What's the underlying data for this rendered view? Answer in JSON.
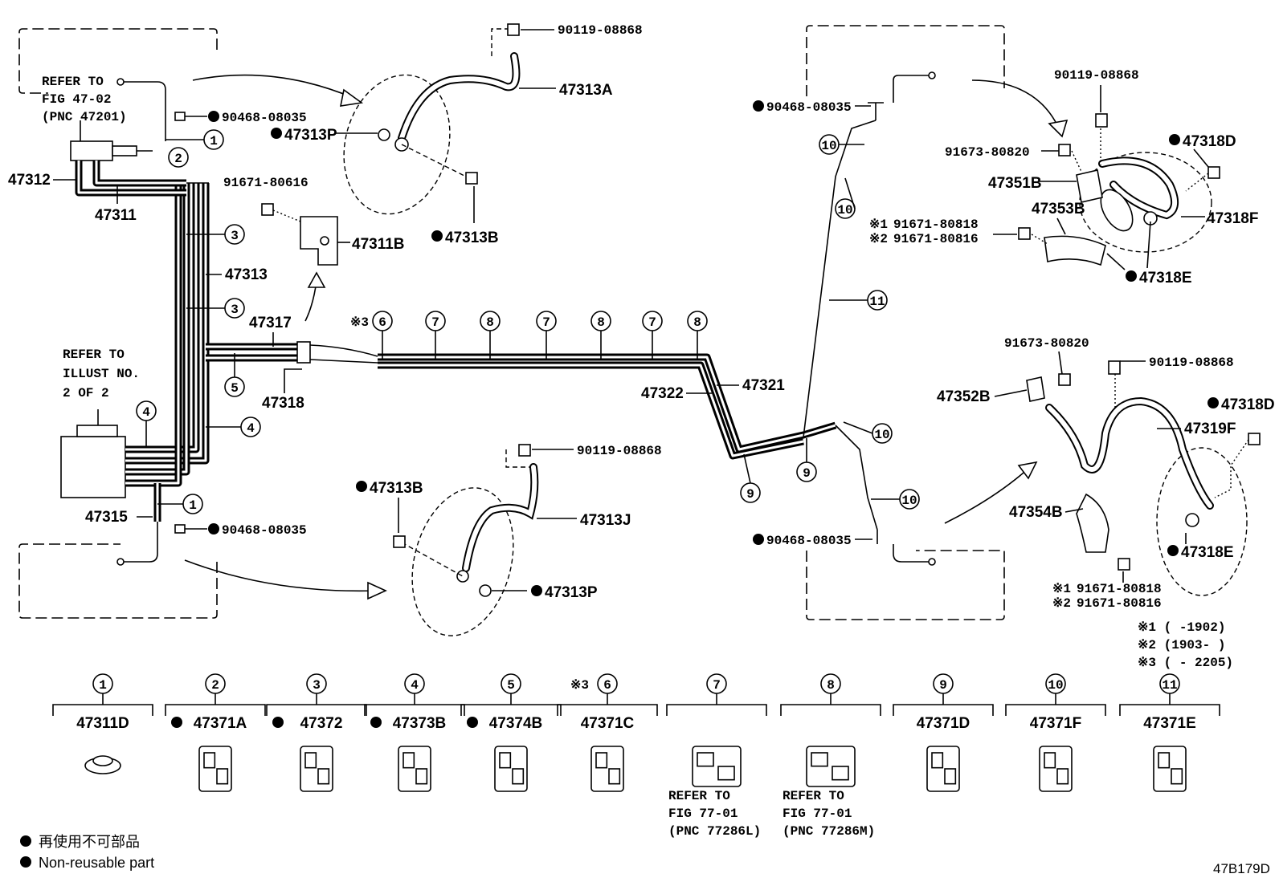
{
  "refer_notes": {
    "fig4702": [
      "REFER TO",
      "FIG 47-02",
      "(PNC 47201)"
    ],
    "illust": [
      "REFER TO",
      "ILLUST NO.",
      "2 OF 2"
    ],
    "fig7701_l": [
      "REFER TO",
      "FIG 77-01",
      "(PNC 77286L)"
    ],
    "fig7701_m": [
      "REFER TO",
      "FIG 77-01",
      "(PNC 77286M)"
    ]
  },
  "labels": {
    "p90119": "90119-08868",
    "p47313A": "47313A",
    "p90468": "90468-08035",
    "p47313P": "47313P",
    "p47312": "47312",
    "p47311": "47311",
    "p91671_616": "91671-80616",
    "p47311B": "47311B",
    "p47313B": "47313B",
    "p47313": "47313",
    "p47317": "47317",
    "p47318": "47318",
    "p47315": "47315",
    "p47313J": "47313J",
    "p47322": "47322",
    "p47321": "47321",
    "p91673": "91673-80820",
    "p47351B": "47351B",
    "p47353B": "47353B",
    "p47318D": "47318D",
    "p47318F": "47318F",
    "p47318E": "47318E",
    "p91671_818": "91671-80818",
    "p91671_816": "91671-80816",
    "p47352B": "47352B",
    "p47319F": "47319F",
    "p47354B": "47354B",
    "mark1": "※1",
    "mark2": "※2",
    "mark3": "※3"
  },
  "footnotes": {
    "n1": "※1 (      -1902)",
    "n2": "※2 (1903-      )",
    "n3": "※3 (      - 2205)"
  },
  "callout_numbers": [
    "1",
    "2",
    "3",
    "4",
    "5",
    "6",
    "7",
    "8",
    "9",
    "10",
    "11"
  ],
  "clips": [
    {
      "num": "1",
      "part": "47311D",
      "nonreusable": false
    },
    {
      "num": "2",
      "part": "47371A",
      "nonreusable": true
    },
    {
      "num": "3",
      "part": "47372",
      "nonreusable": true
    },
    {
      "num": "4",
      "part": "47373B",
      "nonreusable": true
    },
    {
      "num": "5",
      "part": "47374B",
      "nonreusable": true
    },
    {
      "num": "6",
      "part": "47371C",
      "nonreusable": false,
      "mark": "※3"
    },
    {
      "num": "7",
      "part": "",
      "nonreusable": false
    },
    {
      "num": "8",
      "part": "",
      "nonreusable": false
    },
    {
      "num": "9",
      "part": "47371D",
      "nonreusable": false
    },
    {
      "num": "10",
      "part": "47371F",
      "nonreusable": false
    },
    {
      "num": "11",
      "part": "47371E",
      "nonreusable": false
    }
  ],
  "legend": {
    "ja": "再使用不可部品",
    "en": "Non-reusable part"
  },
  "figure_code": "47B179D"
}
